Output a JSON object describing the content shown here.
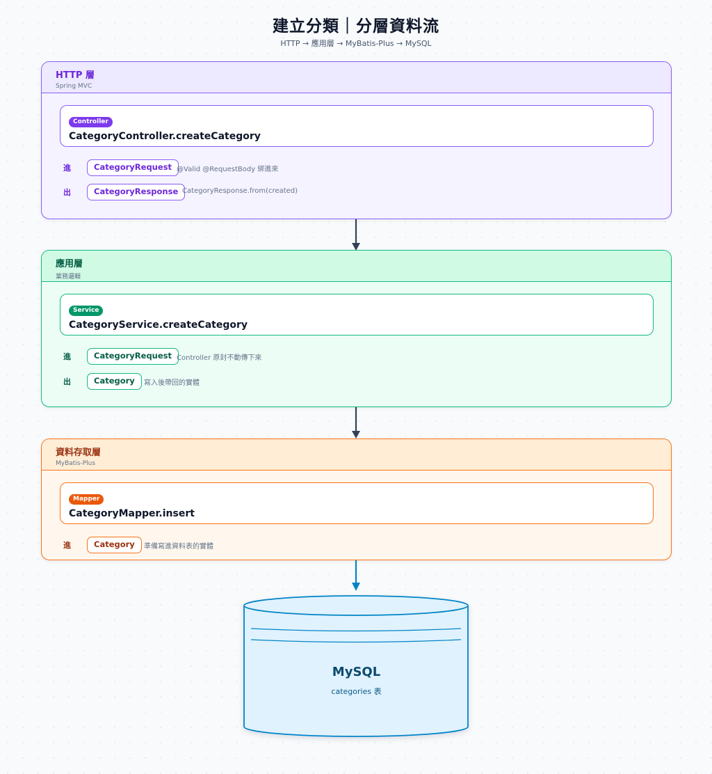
{
  "header": {
    "title": "建立分類｜分層資料流",
    "subtitle": "HTTP → 應用層 → MyBatis-Plus → MySQL"
  },
  "layers": [
    {
      "name": "HTTP 層",
      "sub": "Spring MVC",
      "tag": "Controller",
      "method": "CategoryController.createCategory",
      "io": [
        {
          "label": "進",
          "type": "CategoryRequest",
          "note": "@Valid @RequestBody 綁進來"
        },
        {
          "label": "出",
          "type": "CategoryResponse",
          "note": "CategoryResponse.from(created)"
        }
      ]
    },
    {
      "name": "應用層",
      "sub": "業務邏輯",
      "tag": "Service",
      "method": "CategoryService.createCategory",
      "io": [
        {
          "label": "進",
          "type": "CategoryRequest",
          "note": "Controller 原封不動傳下來"
        },
        {
          "label": "出",
          "type": "Category",
          "note": "寫入後帶回的實體"
        }
      ]
    },
    {
      "name": "資料存取層",
      "sub": "MyBatis-Plus",
      "tag": "Mapper",
      "method": "CategoryMapper.insert",
      "io": [
        {
          "label": "進",
          "type": "Category",
          "note": "準備寫進資料表的實體"
        }
      ]
    }
  ],
  "database": {
    "title": "MySQL",
    "sub": "categories 表"
  },
  "colors": {
    "http": "#7c3aed",
    "app": "#059669",
    "data": "#ea580c",
    "db": "#0284c7",
    "arrow": "#334155"
  }
}
